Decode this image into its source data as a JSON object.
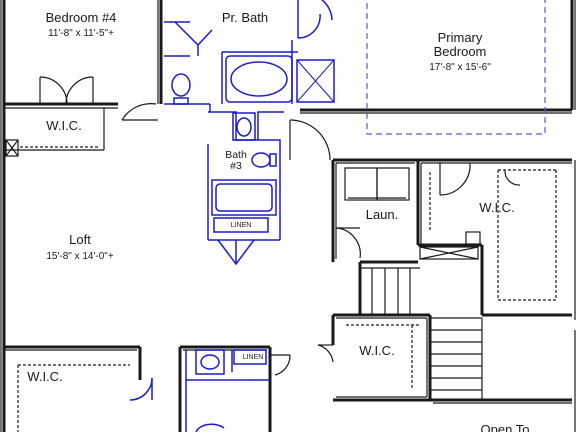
{
  "plan": {
    "rooms": [
      {
        "key": "bedroom4",
        "name": "Bedroom #4",
        "dims": "11'-8\" x 11'-5\"+"
      },
      {
        "key": "pr_bath",
        "name": "Pr. Bath"
      },
      {
        "key": "primary",
        "name_line1": "Primary",
        "name_line2": "Bedroom",
        "dims": "17'-8\" x 15'-6\""
      },
      {
        "key": "wic_bed4",
        "name": "W.I.C."
      },
      {
        "key": "bath3",
        "name_line1": "Bath",
        "name_line2": "#3"
      },
      {
        "key": "linen_bath3",
        "name": "LINEN"
      },
      {
        "key": "laundry",
        "name": "Laun."
      },
      {
        "key": "wic_primary",
        "name": "W.I.C."
      },
      {
        "key": "loft",
        "name": "Loft",
        "dims": "15'-8\" x 14'-0\"+"
      },
      {
        "key": "wic_lower_left",
        "name": "W.I.C."
      },
      {
        "key": "linen_lower",
        "name": "LINEN"
      },
      {
        "key": "wic_stair",
        "name": "W.I.C."
      },
      {
        "key": "open_to",
        "name": "Open To"
      }
    ],
    "colors": {
      "walls": "#1a1a1a",
      "fixtures": "#1c1cc8",
      "ceiling_dashed": "#5a5adc"
    }
  }
}
